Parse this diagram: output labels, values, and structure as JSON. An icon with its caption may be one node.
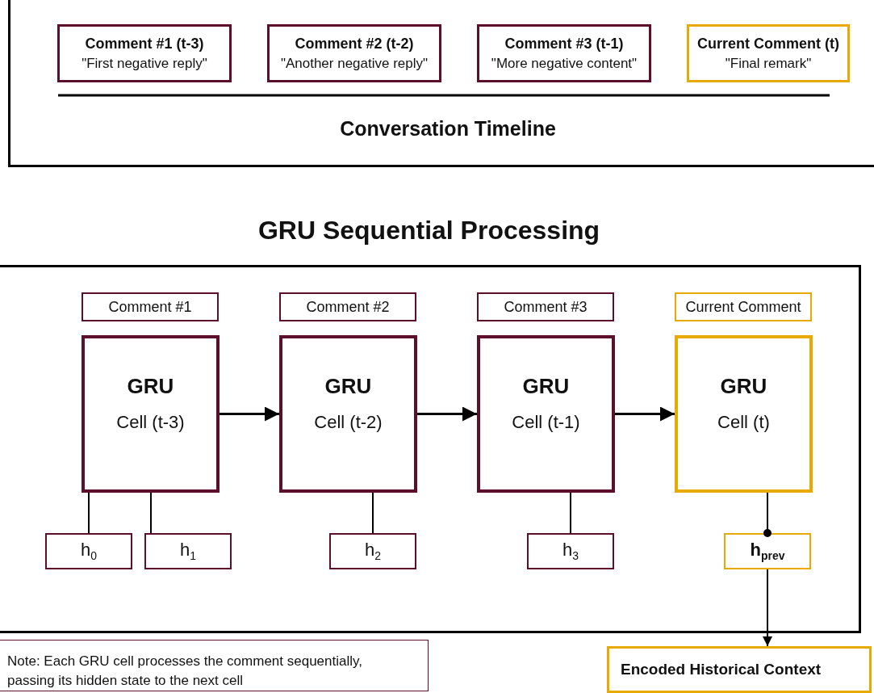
{
  "diagram": {
    "nodes": [
      {
        "text": [
          "Conversation Timeline"
        ]
      },
      {
        "text": [
          "Comment #1 (t-3)",
          "\"First negative reply\""
        ],
        "in": 0
      },
      {
        "text": [
          "Comment #2 (t-2)",
          "\"Another negative reply\""
        ],
        "in": 0
      },
      {
        "text": [
          "Comment #3 (t-1)",
          "\"More negative content\""
        ],
        "in": 0
      },
      {
        "text": [
          "Current Comment (t)",
          "\"Final remark\""
        ],
        "in": 0
      },
      {
        "text": [
          "GRU Sequential Processing"
        ]
      },
      {
        "text": [
          "Comment #1"
        ],
        "in": 5
      },
      {
        "text": [
          "Comment #2"
        ],
        "in": 5
      },
      {
        "text": [
          "Comment #3"
        ],
        "in": 5
      },
      {
        "text": [
          "Current Comment"
        ],
        "in": 5
      },
      {
        "text": [
          "GRU",
          "Cell (t-3)"
        ],
        "in": 5
      },
      {
        "text": [
          "GRU",
          "Cell (t-2)"
        ],
        "in": 5
      },
      {
        "text": [
          "GRU",
          "Cell (t-1)"
        ],
        "in": 5
      },
      {
        "text": [
          "GRU",
          "Cell (t)"
        ],
        "in": 5
      },
      {
        "text": [
          "h$_{0}$"
        ],
        "in": 5
      },
      {
        "text": [
          "h$_{1}$"
        ],
        "in": 5
      },
      {
        "text": [
          "h$_{2}$"
        ],
        "in": 5
      },
      {
        "text": [
          "h$_{3}$"
        ],
        "in": 5
      },
      {
        "text": [
          "h$_{prev}$"
        ],
        "in": 5
      },
      {
        "text": [
          "Note: Each GRU cell processes the comment sequentially, passing its hidden state to the next cell"
        ]
      },
      {
        "text": [
          "Encoded Historical Context"
        ]
      }
    ],
    "edges": [
      {
        "from": 10,
        "to": 11,
        "arrow": "to"
      },
      {
        "from": 11,
        "to": 12,
        "arrow": "to"
      },
      {
        "from": 12,
        "to": 13,
        "arrow": "to"
      },
      {
        "from": 10,
        "to": 14,
        "arrow": "none"
      },
      {
        "from": 10,
        "to": 15,
        "arrow": "none"
      },
      {
        "from": 11,
        "to": 16,
        "arrow": "none"
      },
      {
        "from": 12,
        "to": 17,
        "arrow": "none"
      },
      {
        "from": 13,
        "to": 18,
        "arrow": "other"
      },
      {
        "from": 18,
        "to": 20,
        "arrow": "to"
      }
    ]
  }
}
